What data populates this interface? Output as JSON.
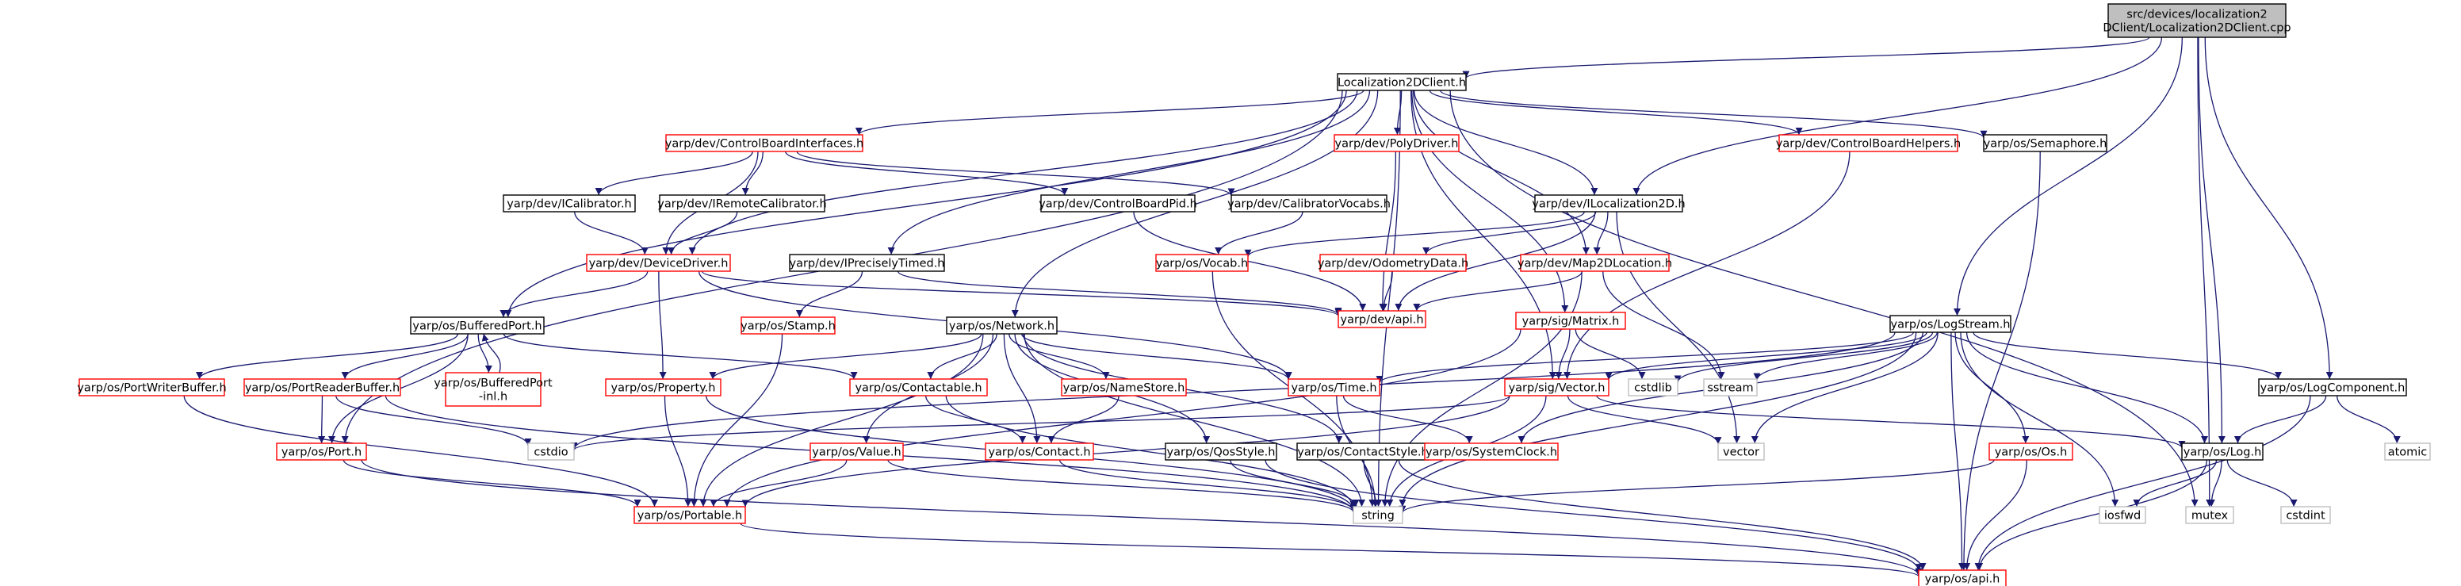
{
  "diagram": {
    "colors": {
      "edge": "#191970",
      "node_focus_fill": "#bfbfbf",
      "node_focus_border": "#000000",
      "node_black_border": "#000000",
      "node_red_border": "#ff0000",
      "node_gray_border": "#bfbfbf"
    },
    "nodes": [
      {
        "id": "client_cpp",
        "label": "src/devices/localization2\nDClient/Localization2DClient.cpp",
        "style": "focus"
      },
      {
        "id": "client_h",
        "label": "Localization2DClient.h",
        "style": "black"
      },
      {
        "id": "cbi",
        "label": "yarp/dev/ControlBoardInterfaces.h",
        "style": "red"
      },
      {
        "id": "polydriver",
        "label": "yarp/dev/PolyDriver.h",
        "style": "red"
      },
      {
        "id": "cbhelpers",
        "label": "yarp/dev/ControlBoardHelpers.h",
        "style": "red"
      },
      {
        "id": "semaphore",
        "label": "yarp/os/Semaphore.h",
        "style": "black"
      },
      {
        "id": "icalibrator",
        "label": "yarp/dev/ICalibrator.h",
        "style": "black"
      },
      {
        "id": "iremotecal",
        "label": "yarp/dev/IRemoteCalibrator.h",
        "style": "black"
      },
      {
        "id": "cbpid",
        "label": "yarp/dev/ControlBoardPid.h",
        "style": "black"
      },
      {
        "id": "calvocabs",
        "label": "yarp/dev/CalibratorVocabs.h",
        "style": "black"
      },
      {
        "id": "iloc2d",
        "label": "yarp/dev/ILocalization2D.h",
        "style": "black"
      },
      {
        "id": "devicedriver",
        "label": "yarp/dev/DeviceDriver.h",
        "style": "red"
      },
      {
        "id": "iprecisely",
        "label": "yarp/dev/IPreciselyTimed.h",
        "style": "black"
      },
      {
        "id": "vocab",
        "label": "yarp/os/Vocab.h",
        "style": "red"
      },
      {
        "id": "odometry",
        "label": "yarp/dev/OdometryData.h",
        "style": "red"
      },
      {
        "id": "map2d",
        "label": "yarp/dev/Map2DLocation.h",
        "style": "red"
      },
      {
        "id": "bufferedport",
        "label": "yarp/os/BufferedPort.h",
        "style": "black"
      },
      {
        "id": "stamp",
        "label": "yarp/os/Stamp.h",
        "style": "red"
      },
      {
        "id": "devapi",
        "label": "yarp/dev/api.h",
        "style": "red"
      },
      {
        "id": "matrix",
        "label": "yarp/sig/Matrix.h",
        "style": "red"
      },
      {
        "id": "network",
        "label": "yarp/os/Network.h",
        "style": "black"
      },
      {
        "id": "logstream",
        "label": "yarp/os/LogStream.h",
        "style": "black"
      },
      {
        "id": "pwb",
        "label": "yarp/os/PortWriterBuffer.h",
        "style": "red"
      },
      {
        "id": "prb",
        "label": "yarp/os/PortReaderBuffer.h",
        "style": "red"
      },
      {
        "id": "bpinl",
        "label": "yarp/os/BufferedPort\n-inl.h",
        "style": "red"
      },
      {
        "id": "contactable",
        "label": "yarp/os/Contactable.h",
        "style": "red"
      },
      {
        "id": "property",
        "label": "yarp/os/Property.h",
        "style": "red"
      },
      {
        "id": "namestore",
        "label": "yarp/os/NameStore.h",
        "style": "red"
      },
      {
        "id": "time",
        "label": "yarp/os/Time.h",
        "style": "red"
      },
      {
        "id": "sigvector",
        "label": "yarp/sig/Vector.h",
        "style": "red"
      },
      {
        "id": "cstdlib",
        "label": "cstdlib",
        "style": "gray"
      },
      {
        "id": "sstream",
        "label": "sstream",
        "style": "gray"
      },
      {
        "id": "logcomponent",
        "label": "yarp/os/LogComponent.h",
        "style": "black"
      },
      {
        "id": "cstdio",
        "label": "cstdio",
        "style": "gray"
      },
      {
        "id": "port",
        "label": "yarp/os/Port.h",
        "style": "red"
      },
      {
        "id": "value",
        "label": "yarp/os/Value.h",
        "style": "red"
      },
      {
        "id": "contact",
        "label": "yarp/os/Contact.h",
        "style": "red"
      },
      {
        "id": "qosstyle",
        "label": "yarp/os/QosStyle.h",
        "style": "black"
      },
      {
        "id": "contactstyle",
        "label": "yarp/os/ContactStyle.h",
        "style": "black"
      },
      {
        "id": "systemclock",
        "label": "yarp/os/SystemClock.h",
        "style": "red"
      },
      {
        "id": "vector",
        "label": "vector",
        "style": "gray"
      },
      {
        "id": "os",
        "label": "yarp/os/Os.h",
        "style": "red"
      },
      {
        "id": "log",
        "label": "yarp/os/Log.h",
        "style": "black"
      },
      {
        "id": "atomic",
        "label": "atomic",
        "style": "gray"
      },
      {
        "id": "portable",
        "label": "yarp/os/Portable.h",
        "style": "red"
      },
      {
        "id": "string",
        "label": "string",
        "style": "gray"
      },
      {
        "id": "iosfwd",
        "label": "iosfwd",
        "style": "gray"
      },
      {
        "id": "mutex",
        "label": "mutex",
        "style": "gray"
      },
      {
        "id": "cstdint",
        "label": "cstdint",
        "style": "gray"
      },
      {
        "id": "osapi",
        "label": "yarp/os/api.h",
        "style": "red"
      }
    ],
    "edges": [
      [
        "client_cpp",
        "client_h"
      ],
      [
        "client_cpp",
        "iloc2d"
      ],
      [
        "client_cpp",
        "logstream"
      ],
      [
        "client_cpp",
        "logcomponent"
      ],
      [
        "client_cpp",
        "log"
      ],
      [
        "client_cpp",
        "mutex"
      ],
      [
        "client_h",
        "cbi"
      ],
      [
        "client_h",
        "polydriver"
      ],
      [
        "client_h",
        "cbhelpers"
      ],
      [
        "client_h",
        "semaphore"
      ],
      [
        "client_h",
        "iloc2d"
      ],
      [
        "client_h",
        "map2d"
      ],
      [
        "client_h",
        "devicedriver"
      ],
      [
        "client_h",
        "iprecisely"
      ],
      [
        "client_h",
        "bufferedport"
      ],
      [
        "client_h",
        "network"
      ],
      [
        "client_h",
        "matrix"
      ],
      [
        "client_h",
        "sigvector"
      ],
      [
        "client_h",
        "port"
      ],
      [
        "client_h",
        "string"
      ],
      [
        "client_h",
        "mutex"
      ],
      [
        "cbi",
        "icalibrator"
      ],
      [
        "cbi",
        "iremotecal"
      ],
      [
        "cbi",
        "cbpid"
      ],
      [
        "cbi",
        "calvocabs"
      ],
      [
        "cbi",
        "devicedriver"
      ],
      [
        "polydriver",
        "devapi"
      ],
      [
        "cbhelpers",
        "sigvector"
      ],
      [
        "semaphore",
        "osapi"
      ],
      [
        "icalibrator",
        "devicedriver"
      ],
      [
        "iremotecal",
        "devicedriver"
      ],
      [
        "cbpid",
        "devapi"
      ],
      [
        "calvocabs",
        "vocab"
      ],
      [
        "iloc2d",
        "vocab"
      ],
      [
        "iloc2d",
        "odometry"
      ],
      [
        "iloc2d",
        "map2d"
      ],
      [
        "iloc2d",
        "devapi"
      ],
      [
        "iloc2d",
        "vector"
      ],
      [
        "devicedriver",
        "bufferedport"
      ],
      [
        "devicedriver",
        "property"
      ],
      [
        "devicedriver",
        "devapi"
      ],
      [
        "devicedriver",
        "time"
      ],
      [
        "iprecisely",
        "stamp"
      ],
      [
        "iprecisely",
        "devapi"
      ],
      [
        "vocab",
        "string"
      ],
      [
        "odometry",
        "devapi"
      ],
      [
        "map2d",
        "devapi"
      ],
      [
        "map2d",
        "sstream"
      ],
      [
        "map2d",
        "string"
      ],
      [
        "bufferedport",
        "pwb"
      ],
      [
        "bufferedport",
        "prb"
      ],
      [
        "bufferedport",
        "bpinl"
      ],
      [
        "bufferedport",
        "contactable"
      ],
      [
        "bufferedport",
        "port"
      ],
      [
        "bpinl",
        "bufferedport"
      ],
      [
        "stamp",
        "portable"
      ],
      [
        "matrix",
        "sigvector"
      ],
      [
        "matrix",
        "cstdlib"
      ],
      [
        "matrix",
        "portable"
      ],
      [
        "network",
        "property"
      ],
      [
        "network",
        "namestore"
      ],
      [
        "network",
        "time"
      ],
      [
        "network",
        "contactable"
      ],
      [
        "network",
        "value"
      ],
      [
        "network",
        "contact"
      ],
      [
        "network",
        "qosstyle"
      ],
      [
        "network",
        "contactstyle"
      ],
      [
        "network",
        "portable"
      ],
      [
        "network",
        "string"
      ],
      [
        "logstream",
        "time"
      ],
      [
        "logstream",
        "cstdlib"
      ],
      [
        "logstream",
        "sstream"
      ],
      [
        "logstream",
        "sigvector"
      ],
      [
        "logstream",
        "logcomponent"
      ],
      [
        "logstream",
        "cstdio"
      ],
      [
        "logstream",
        "systemclock"
      ],
      [
        "logstream",
        "vector"
      ],
      [
        "logstream",
        "os"
      ],
      [
        "logstream",
        "log"
      ],
      [
        "logstream",
        "string"
      ],
      [
        "logstream",
        "iosfwd"
      ],
      [
        "logstream",
        "osapi"
      ],
      [
        "pwb",
        "portable"
      ],
      [
        "prb",
        "port"
      ],
      [
        "prb",
        "cstdio"
      ],
      [
        "prb",
        "string"
      ],
      [
        "contactable",
        "contact"
      ],
      [
        "contactable",
        "string"
      ],
      [
        "property",
        "portable"
      ],
      [
        "property",
        "string"
      ],
      [
        "namestore",
        "contact"
      ],
      [
        "time",
        "systemclock"
      ],
      [
        "time",
        "string"
      ],
      [
        "sigvector",
        "vector"
      ],
      [
        "sigvector",
        "log"
      ],
      [
        "sigvector",
        "string"
      ],
      [
        "sigvector",
        "portable"
      ],
      [
        "sigvector",
        "cstdio"
      ],
      [
        "logcomponent",
        "log"
      ],
      [
        "logcomponent",
        "atomic"
      ],
      [
        "logcomponent",
        "osapi"
      ],
      [
        "port",
        "portable"
      ],
      [
        "port",
        "osapi"
      ],
      [
        "value",
        "portable"
      ],
      [
        "value",
        "string"
      ],
      [
        "contact",
        "string"
      ],
      [
        "qosstyle",
        "string"
      ],
      [
        "qosstyle",
        "osapi"
      ],
      [
        "contactstyle",
        "string"
      ],
      [
        "contactstyle",
        "osapi"
      ],
      [
        "os",
        "string"
      ],
      [
        "os",
        "osapi"
      ],
      [
        "log",
        "iosfwd"
      ],
      [
        "log",
        "mutex"
      ],
      [
        "log",
        "cstdint"
      ],
      [
        "log",
        "osapi"
      ],
      [
        "portable",
        "osapi"
      ]
    ]
  }
}
